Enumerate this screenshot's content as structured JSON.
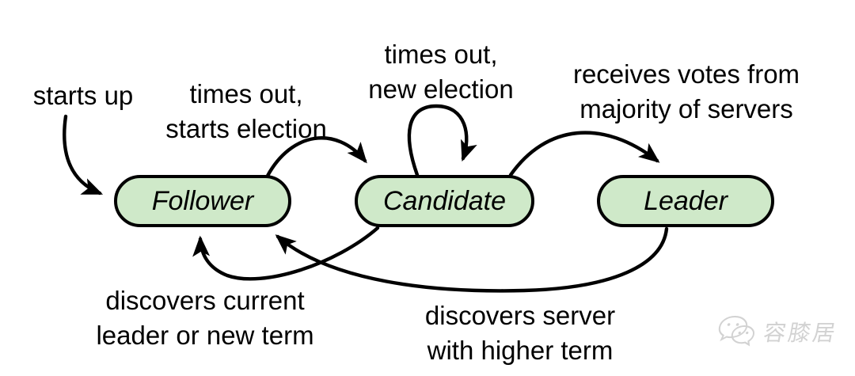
{
  "colors": {
    "background": "#ffffff",
    "node_fill": "#cfe9c9",
    "node_border": "#000000",
    "arrow": "#000000",
    "watermark": "#d2d2d2"
  },
  "nodes": [
    {
      "id": "follower",
      "label": "Follower"
    },
    {
      "id": "candidate",
      "label": "Candidate"
    },
    {
      "id": "leader",
      "label": "Leader"
    }
  ],
  "edges": [
    {
      "id": "start-to-follower",
      "from": "start",
      "to": "follower",
      "label_lines": [
        "starts up"
      ]
    },
    {
      "id": "follower-to-candidate",
      "from": "follower",
      "to": "candidate",
      "label_lines": [
        "times out,",
        "starts election"
      ]
    },
    {
      "id": "candidate-self-loop",
      "from": "candidate",
      "to": "candidate",
      "label_lines": [
        "times out,",
        "new election"
      ]
    },
    {
      "id": "candidate-to-leader",
      "from": "candidate",
      "to": "leader",
      "label_lines": [
        "receives votes from",
        "majority of servers"
      ]
    },
    {
      "id": "candidate-to-follower",
      "from": "candidate",
      "to": "follower",
      "label_lines": [
        "discovers current",
        "leader or new term"
      ]
    },
    {
      "id": "leader-to-follower",
      "from": "leader",
      "to": "follower",
      "label_lines": [
        "discovers server",
        "with higher term"
      ]
    }
  ],
  "watermark": {
    "icon": "wechat-icon",
    "text": "容膝居"
  }
}
